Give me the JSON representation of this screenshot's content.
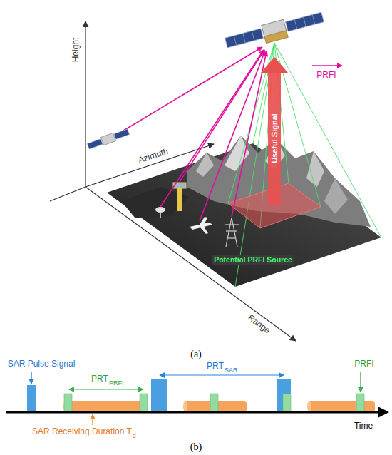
{
  "diagram": {
    "labels": [
      "Height",
      "Azimuth",
      "Range",
      "Useful Signal",
      "Potential PRFI Source",
      "(a)",
      "SAR Pulse Signal",
      "PRT",
      "PRFI",
      "PRT",
      "SAR",
      "PRFI",
      "SAR Receiving Duration T",
      "d",
      "Time",
      "(b)"
    ],
    "legend": [
      {
        "text": "PRFI"
      }
    ]
  }
}
